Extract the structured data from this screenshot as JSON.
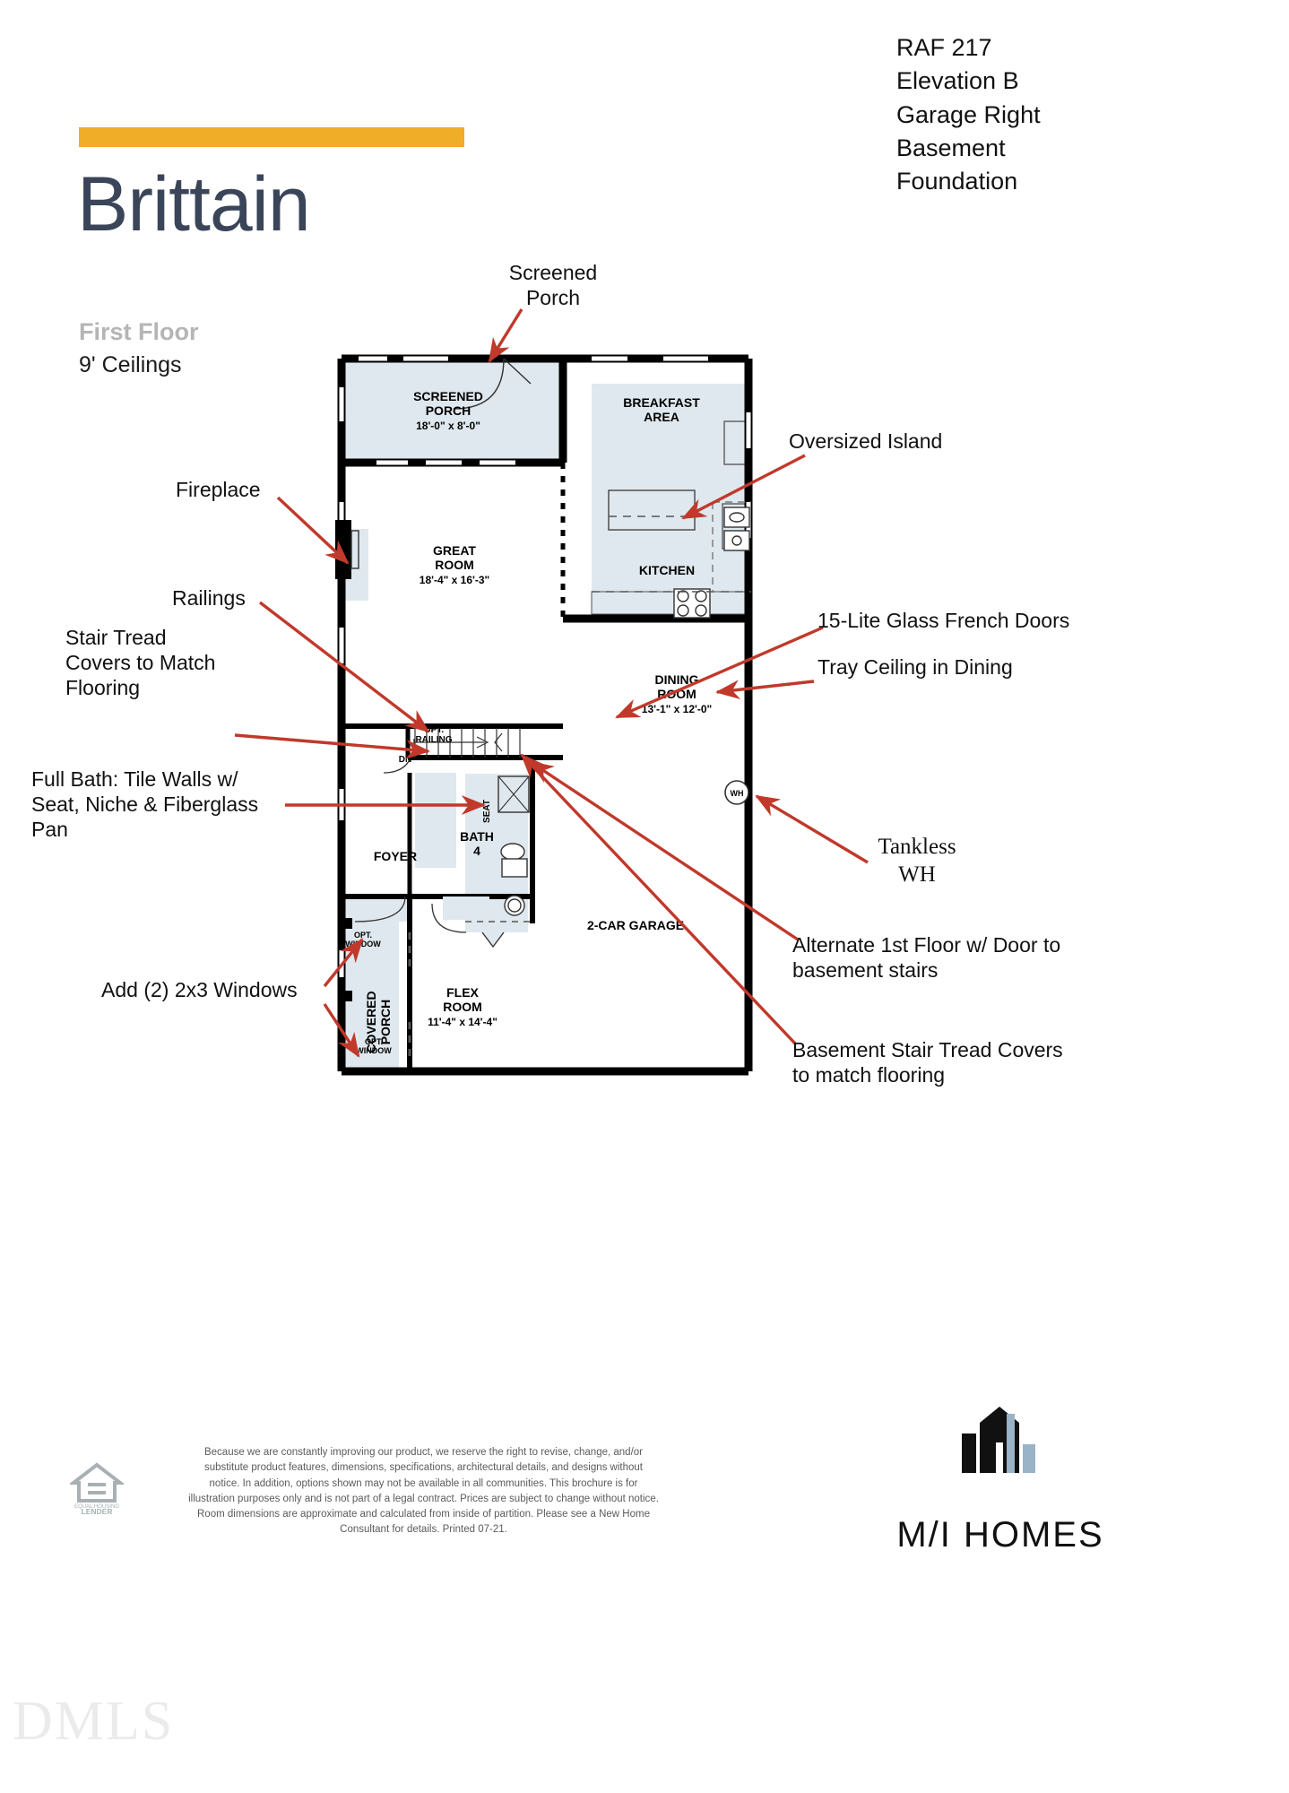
{
  "header": {
    "plan_name": "Brittain",
    "floor_label": "First Floor",
    "ceiling_note": "9' Ceilings",
    "spec_lines": [
      "RAF 217",
      "Elevation B",
      "Garage Right",
      "Basement",
      "Foundation"
    ],
    "accent_color": "#f0ad28",
    "title_color": "#3b4559"
  },
  "annotations": {
    "arrow_color": "#c0392b",
    "items": [
      {
        "id": "screened-porch",
        "text": "Screened\nPorch"
      },
      {
        "id": "fireplace",
        "text": "Fireplace"
      },
      {
        "id": "railings",
        "text": "Railings"
      },
      {
        "id": "stair-tread",
        "text": "Stair Tread\nCovers to Match\nFlooring"
      },
      {
        "id": "full-bath",
        "text": "Full Bath: Tile Walls w/\nSeat, Niche & Fiberglass\nPan"
      },
      {
        "id": "add-windows",
        "text": "Add (2) 2x3 Windows"
      },
      {
        "id": "oversized-island",
        "text": "Oversized Island"
      },
      {
        "id": "french-doors",
        "text": "15-Lite Glass French Doors"
      },
      {
        "id": "tray-ceiling",
        "text": "Tray Ceiling in Dining"
      },
      {
        "id": "tankless-wh",
        "text": "Tankless\nWH"
      },
      {
        "id": "alternate-stairs",
        "text": "Alternate 1st Floor w/ Door to\nbasement stairs"
      },
      {
        "id": "basement-treads",
        "text": "Basement Stair Tread Covers\nto match flooring"
      }
    ]
  },
  "plan": {
    "rooms": [
      {
        "name": "SCREENED\nPORCH",
        "dims": "18'-0\" x 8'-0\""
      },
      {
        "name": "GREAT\nROOM",
        "dims": "18'-4\" x 16'-3\""
      },
      {
        "name": "BREAKFAST\nAREA",
        "dims": ""
      },
      {
        "name": "KITCHEN",
        "dims": ""
      },
      {
        "name": "DINING\nROOM",
        "dims": "13'-1\" x 12'-0\""
      },
      {
        "name": "FOYER",
        "dims": ""
      },
      {
        "name": "BATH\n4",
        "dims": ""
      },
      {
        "name": "2-CAR GARAGE",
        "dims": ""
      },
      {
        "name": "FLEX\nROOM",
        "dims": "11'-4\" x 14'-4\""
      },
      {
        "name": "COVERED\nPORCH",
        "dims": ""
      }
    ],
    "labels": {
      "opt_railing": "OPT.\nRAILING",
      "down_arrow": "DN",
      "seat": "SEAT",
      "opt_window_top": "OPT.\nWINDOW",
      "opt_window_bottom": "OPT.\nWINDOW",
      "water_heater": "WH"
    },
    "room_fill": "#dfe8ee",
    "wall_color": "#000000"
  },
  "footer": {
    "disclaimer": "Because we are constantly improving our product, we reserve the right to revise, change, and/or substitute product features, dimensions, specifications, architectural details, and designs without notice. In addition, options shown may not be available in all communities. This brochure is for illustration purposes only and is not part of a legal contract. Prices are subject to change without notice. Room dimensions are approximate and calculated from inside of partition. Please see a New Home Consultant for details. Printed 07-21.",
    "lender_badge_line1": "EQUAL HOUSING",
    "lender_badge_line2": "LENDER",
    "brand_name": "M/I HOMES",
    "watermark": "DMLS"
  }
}
